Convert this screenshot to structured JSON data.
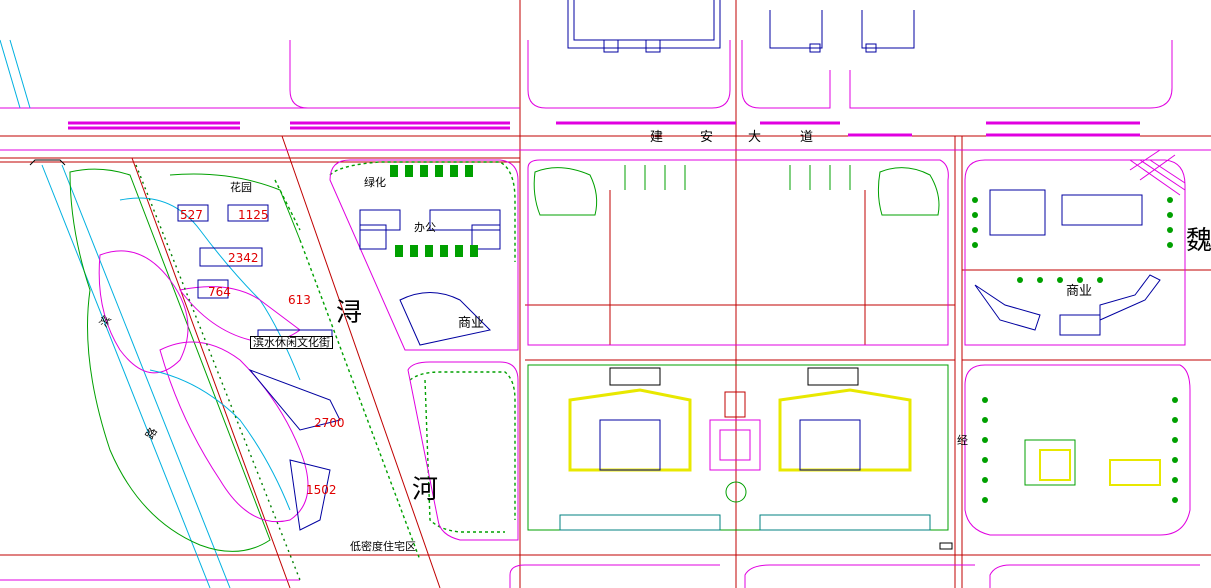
{
  "labels": {
    "river_char_1": "浔",
    "river_char_2": "河",
    "road_name_chars": [
      "建",
      "安",
      "大",
      "道"
    ],
    "right_edge_char": "魏",
    "road_char_jing": "经",
    "left_strip_char_1": "滨",
    "left_strip_char_2": "路",
    "garden": "花园",
    "greenery": "绿化",
    "commercial_1": "商业",
    "commercial_2": "商业",
    "office": "办公",
    "culture_street": "滨水休闲文化街",
    "residential_area": "低密度住宅区"
  },
  "numbers": [
    "527",
    "1125",
    "2342",
    "764",
    "613",
    "2700",
    "1502"
  ],
  "colors": {
    "road_red": "#c00000",
    "road_magenta": "#e000e0",
    "tree_green": "#00a000",
    "building_blue": "#0000a0",
    "plaza_yellow": "#e8e800",
    "water_cyan": "#00b0e0",
    "label_red": "#e00000"
  }
}
